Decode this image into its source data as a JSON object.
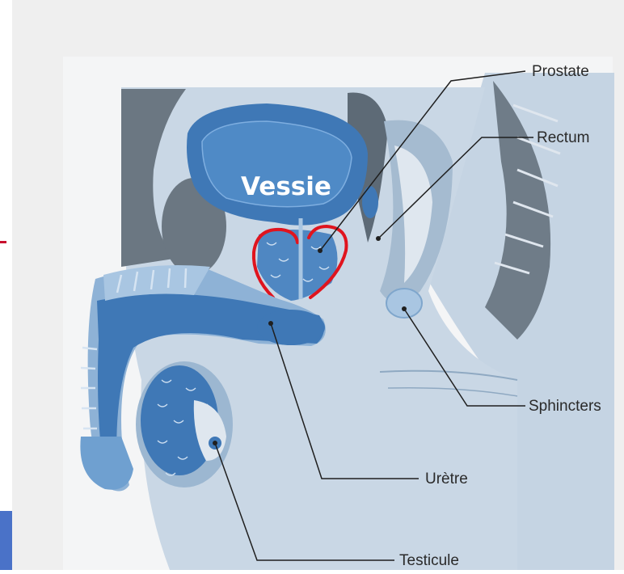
{
  "labels": {
    "prostate": "Prostate",
    "rectum": "Rectum",
    "sphincters": "Sphincters",
    "uretre": "Urètre",
    "testicule": "Testicule",
    "vessie": "Vessie"
  },
  "colors": {
    "background": "#f0f0f0",
    "body_fill": "#c9d7e5",
    "organ_dark_blue": "#3e7ab8",
    "organ_light_blue": "#a9c6e2",
    "tissue_gray": "#7a8896",
    "highlight_red": "#e0141e",
    "accent_blue": "#4a72c8"
  }
}
